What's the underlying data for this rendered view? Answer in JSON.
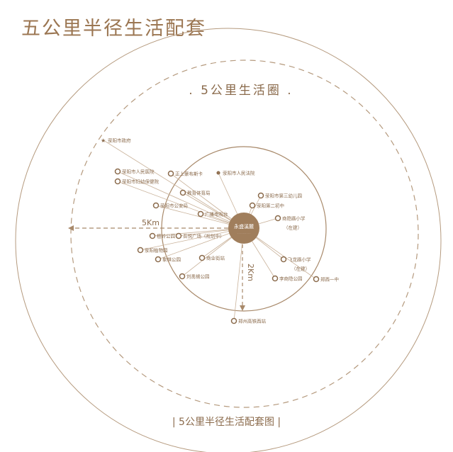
{
  "title": "五公里半径生活配套",
  "ring_label": ". 5公里生活圈 .",
  "center_name": "永盛溪麓",
  "center_sub": "· · · · · · · · · ·",
  "distance_5km": "5Km",
  "distance_2km": "2Km",
  "pois": [
    "荥阳市政府",
    "荥阳市人民医院",
    "荥阳市妇幼保健院",
    "正上豪布斯卡",
    "教育体育局",
    "荥阳市公安局",
    "广播电视台",
    "荥阳市人民法院",
    "荥阳市第三幼儿园",
    "荥阳第二初中",
    "商隐路小学",
    "（在建）",
    "飞龙路小学",
    "（在建）",
    "李商隐公园",
    "郑西一中",
    "郑州高铁西站",
    "刘禹锡公园",
    "商业街站",
    "象棋公园",
    "荥阳植物园",
    "檀岭公园",
    "吾悦广场（规划中）"
  ],
  "caption": "| 5公里半径生活配套图 |",
  "colors": {
    "accent": "#9b7652",
    "line": "#c9b29a",
    "center": "#a07e5c"
  }
}
